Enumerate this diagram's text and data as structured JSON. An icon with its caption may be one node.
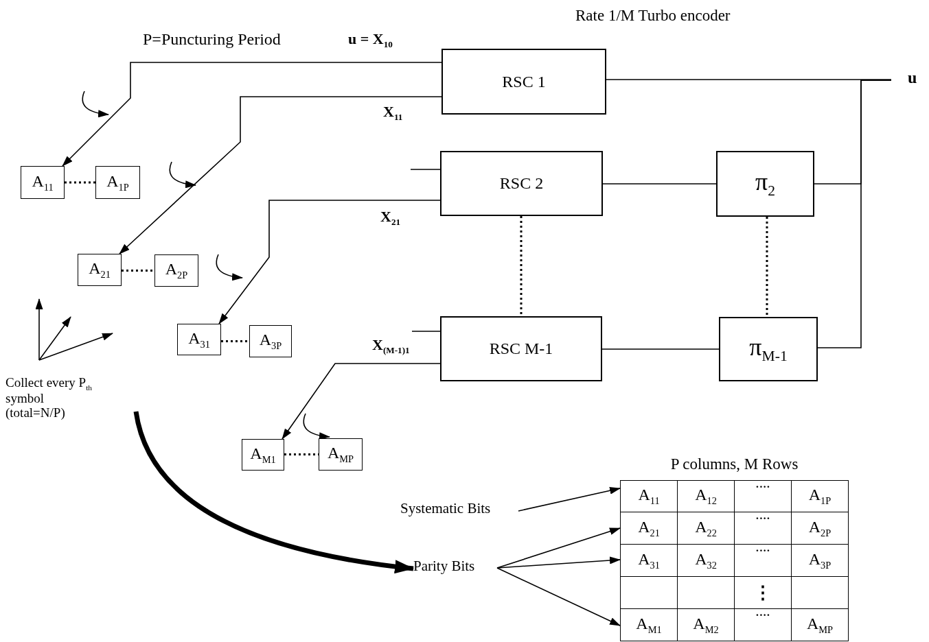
{
  "diagram": {
    "title": "Rate 1/M Turbo encoder",
    "nodes": [
      {
        "text": [
          "RSC 1"
        ]
      },
      {
        "text": [
          "u"
        ]
      },
      {
        "text": [
          "RSC 2"
        ]
      },
      {
        "text": [
          "π$_{2}$"
        ]
      },
      {
        "text": [
          "RSC M-1"
        ]
      },
      {
        "text": [
          "π$_{M-1}$"
        ]
      },
      {
        "text": [
          "A$_{11}$"
        ]
      },
      {
        "text": [
          "A$_{1P}$"
        ]
      },
      {
        "text": [
          "A$_{21}$"
        ]
      },
      {
        "text": [
          "A$_{2P}$"
        ]
      },
      {
        "text": [
          "A$_{31}$"
        ]
      },
      {
        "text": [
          "A$_{3P}$"
        ]
      },
      {
        "text": [
          "Collect every P$_{th}$ symbol (total=N/P)"
        ]
      },
      {
        "text": [
          "A$_{M1}$"
        ]
      },
      {
        "text": [
          "A$_{MP}$"
        ]
      },
      {
        "text": [
          "P columns, M Rows"
        ]
      },
      {
        "text": [
          "A$_{11}$",
          "A$_{12}$",
          "····",
          "A$_{1P}$"
        ],
        "in": 15
      },
      {
        "text": [
          "Systematic Bits"
        ]
      },
      {
        "text": [
          "A$_{21}$",
          "A$_{22}$",
          "····",
          "A$_{2P}$"
        ],
        "in": 15
      },
      {
        "text": [
          "Parity Bits"
        ]
      },
      {
        "text": [
          "A$_{31}$",
          "A$_{32}$",
          "····",
          "A$_{3P}$"
        ],
        "in": 15
      },
      {
        "text": [
          "⋮"
        ],
        "in": 15
      },
      {
        "text": [
          "A$_{M1}$",
          "A$_{M2}$",
          "····",
          "A$_{MP}$"
        ],
        "in": 15
      }
    ],
    "edges": [
      {
        "from": 0,
        "to": 6,
        "arrow": "to",
        "label": "u = X$_{10}$"
      },
      {
        "from": 0,
        "to": 8,
        "arrow": "to",
        "label": "X$_{11}$"
      },
      {
        "from": 2,
        "to": 10,
        "arrow": "to",
        "label": "X$_{21}$"
      },
      {
        "from": 4,
        "to": 13,
        "arrow": "to",
        "label": "X$_{(M-1)1}$"
      },
      {
        "from": null,
        "to": 2,
        "arrow": "none"
      },
      {
        "from": null,
        "to": 4,
        "arrow": "none"
      },
      {
        "from": 2,
        "to": 4,
        "arrow": "none",
        "style": "dashed"
      },
      {
        "from": 3,
        "to": 5,
        "arrow": "none",
        "style": "dashed"
      },
      {
        "from": 2,
        "to": 3,
        "arrow": "none"
      },
      {
        "from": 4,
        "to": 5,
        "arrow": "none"
      },
      {
        "from": 0,
        "to": 1,
        "arrow": "none"
      },
      {
        "from": 3,
        "to": 1,
        "arrow": "none"
      },
      {
        "from": 5,
        "to": 1,
        "arrow": "none"
      },
      {
        "from": 6,
        "to": 7,
        "arrow": "none",
        "style": "dashed"
      },
      {
        "from": 8,
        "to": 9,
        "arrow": "none",
        "style": "dashed"
      },
      {
        "from": 10,
        "to": 11,
        "arrow": "none",
        "style": "dashed"
      },
      {
        "from": 13,
        "to": 14,
        "arrow": "none",
        "style": "dashed"
      },
      {
        "from": 12,
        "to": 19,
        "arrow": "to",
        "style": "thick"
      },
      {
        "from": 17,
        "to": 16,
        "arrow": "to"
      },
      {
        "from": 19,
        "to": 18,
        "arrow": "to"
      },
      {
        "from": 19,
        "to": 20,
        "arrow": "to"
      },
      {
        "from": 19,
        "to": 22,
        "arrow": "to"
      }
    ],
    "labels": [
      "P=Puncturing Period"
    ]
  }
}
